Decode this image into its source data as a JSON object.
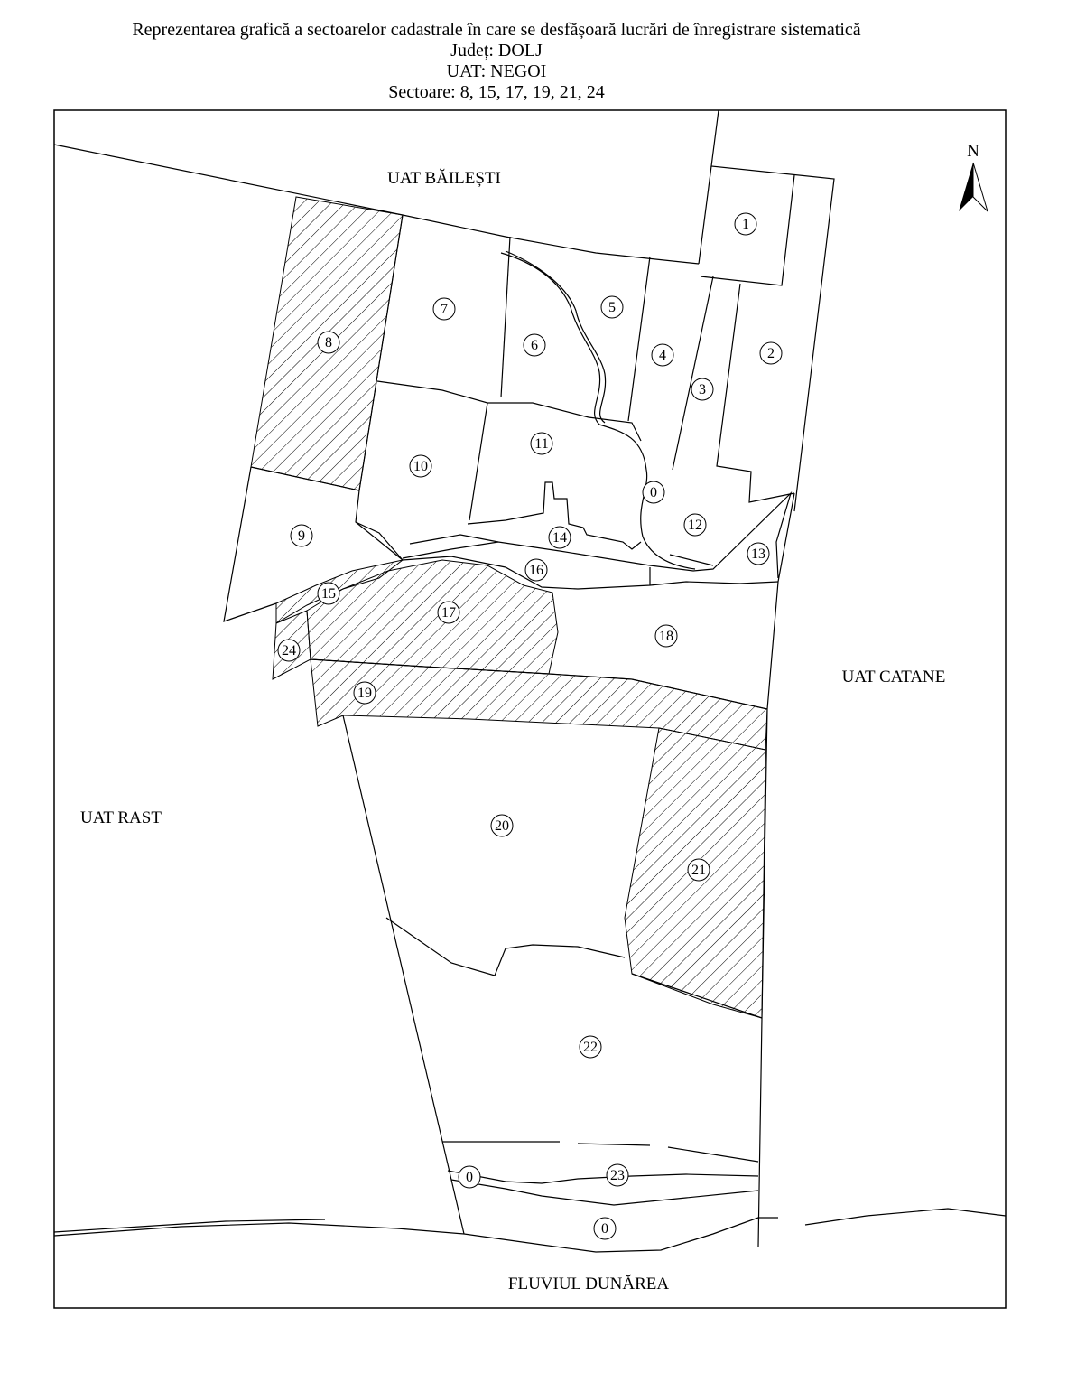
{
  "title": {
    "line1": "Reprezentarea grafică a sectoarelor cadastrale în care se desfășoară lucrări de înregistrare sistematică",
    "line2": "Județ: DOLJ",
    "line3": "UAT: NEGOI",
    "line4": "Sectoare: 8, 15, 17, 19, 21, 24"
  },
  "north_label": "N",
  "neighbors": {
    "north": "UAT BĂILEȘTI",
    "east": "UAT CATANE",
    "west": "UAT RAST",
    "south": "FLUVIUL DUNĂREA"
  },
  "highlighted_sectors": [
    "8",
    "15",
    "17",
    "19",
    "21",
    "24"
  ],
  "sectors": [
    {
      "id": "s1",
      "label": "1"
    },
    {
      "id": "s2",
      "label": "2"
    },
    {
      "id": "s3",
      "label": "3"
    },
    {
      "id": "s4",
      "label": "4"
    },
    {
      "id": "s5",
      "label": "5"
    },
    {
      "id": "s6",
      "label": "6"
    },
    {
      "id": "s7",
      "label": "7"
    },
    {
      "id": "s8",
      "label": "8"
    },
    {
      "id": "s9",
      "label": "9"
    },
    {
      "id": "s10",
      "label": "10"
    },
    {
      "id": "s11",
      "label": "11"
    },
    {
      "id": "s0a",
      "label": "0"
    },
    {
      "id": "s12",
      "label": "12"
    },
    {
      "id": "s13",
      "label": "13"
    },
    {
      "id": "s14",
      "label": "14"
    },
    {
      "id": "s16",
      "label": "16"
    },
    {
      "id": "s15",
      "label": "15"
    },
    {
      "id": "s17",
      "label": "17"
    },
    {
      "id": "s18",
      "label": "18"
    },
    {
      "id": "s24",
      "label": "24"
    },
    {
      "id": "s19",
      "label": "19"
    },
    {
      "id": "s20",
      "label": "20"
    },
    {
      "id": "s21",
      "label": "21"
    },
    {
      "id": "s22",
      "label": "22"
    },
    {
      "id": "s0b",
      "label": "0"
    },
    {
      "id": "s23",
      "label": "23"
    },
    {
      "id": "s0c",
      "label": "0"
    }
  ]
}
